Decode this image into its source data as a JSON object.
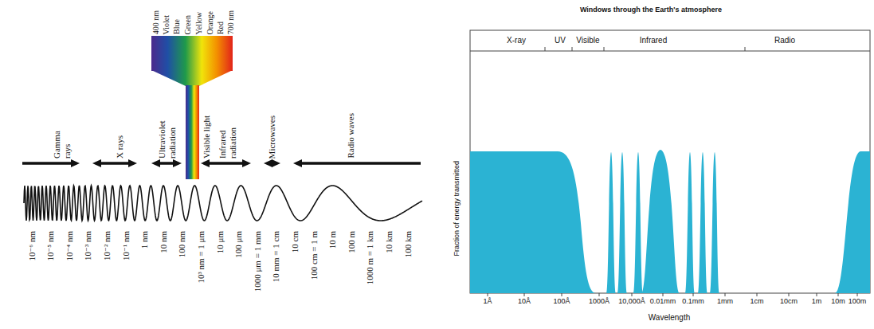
{
  "diagram": {
    "labels": [
      "400 nm",
      "Violet",
      "Blue",
      "Green",
      "Yellow",
      "Orange",
      "Red",
      "700 nm",
      "Gamma rays",
      "X rays",
      "Ultraviolet radiation",
      "Visible light",
      "Infrared radiation",
      "Microwaves",
      "Radio waves",
      "10⁻⁶ nm",
      "10⁻⁵ nm",
      "10⁻⁴ nm",
      "10⁻³ nm",
      "10⁻² nm",
      "10⁻¹ nm",
      "1 nm",
      "10 nm",
      "100 nm",
      "10³ nm = 1 μm",
      "10 μm",
      "100 μm",
      "1000 μm = 1 mm",
      "10 mm = 1 cm",
      "10 cm",
      "100 cm = 1 m",
      "10 m",
      "100 m",
      "1000 m = 1 km",
      "10 km",
      "100 km",
      "Windows through the Earth's atmosphere",
      "X-ray",
      "UV",
      "Visible",
      "Infrared",
      "Radio",
      "Fraction of energy transmitted",
      "1Å",
      "10Å",
      "100Å",
      "1000Å",
      "10,000Å",
      "0.01mm",
      "0.1mm",
      "1mm",
      "1cm",
      "10cm",
      "1m",
      "10m",
      "100m",
      "Wavelength"
    ]
  }
}
